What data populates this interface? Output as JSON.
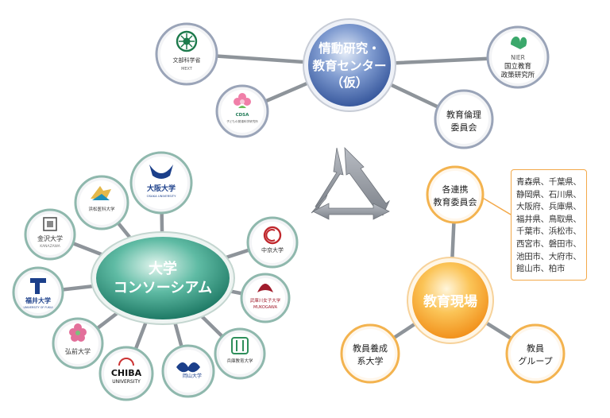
{
  "center": {
    "title_lines": [
      "情動研究・",
      "教育センター",
      "（仮）"
    ],
    "mext_logo": {
      "name": "文部科学省",
      "sub": "MEXT"
    },
    "nier_logo": {
      "line1": "NIER",
      "line2": "国立教育",
      "line3": "政策研究所"
    },
    "cdsa_logo": {
      "name": "CDSA",
      "sub": "子どもの発達科学研究所"
    },
    "ethics_lines": [
      "教育倫理",
      "委員会"
    ]
  },
  "consortium": {
    "title_lines": [
      "大学",
      "コンソーシアム"
    ],
    "universities": [
      {
        "label": "大阪大学",
        "sub": "OSAKA UNIVERSITY"
      },
      {
        "label": "浜松医科大学",
        "sub": ""
      },
      {
        "label": "金沢大学",
        "sub": "KANAZAWA"
      },
      {
        "label": "福井大学",
        "sub": "UNIVERSITY OF FUKUI"
      },
      {
        "label": "弘前大学",
        "sub": ""
      },
      {
        "label": "CHIBA",
        "sub": "UNIVERSITY"
      },
      {
        "label": "岡山大学",
        "sub": ""
      },
      {
        "label": "兵庫教育大学",
        "sub": ""
      },
      {
        "label": "武庫川女子大学",
        "sub": "MUKOGAWA"
      },
      {
        "label": "中京大学",
        "sub": ""
      }
    ]
  },
  "field": {
    "title": "教育現場",
    "board_lines": [
      "各連携",
      "教育委員会"
    ],
    "prefectures": [
      "青森県、千葉県、",
      "静岡県、石川県、",
      "大阪府、兵庫県、",
      "福井県、鳥取県、",
      "千葉市、浜松市、",
      "西宮市、磐田市、",
      "池田市、大府市、",
      "館山市、柏市"
    ],
    "training_lines": [
      "教員養成",
      "系大学"
    ],
    "group_lines": [
      "教員",
      "グループ"
    ]
  },
  "colors": {
    "blue_accent": "#3d5fa8",
    "green_accent": "#1e8a74",
    "orange_accent": "#f28c1c"
  }
}
